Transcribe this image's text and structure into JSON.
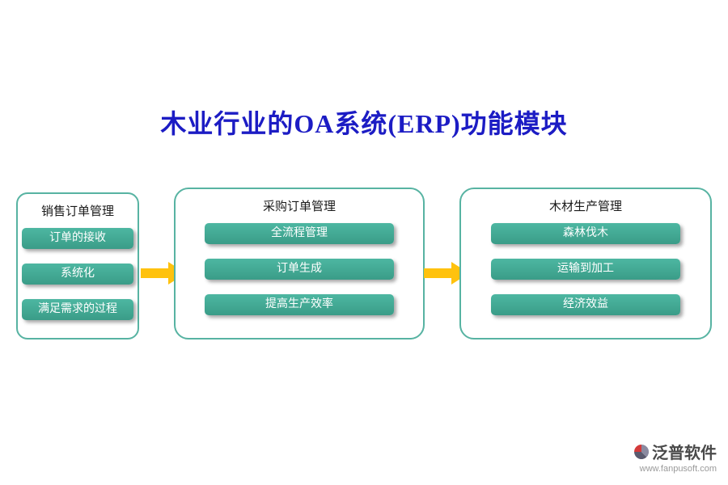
{
  "title": "木业行业的OA系统(ERP)功能模块",
  "groups": [
    {
      "header": "销售订单管理",
      "items": [
        "订单的接收",
        "系统化",
        "满足需求的过程"
      ]
    },
    {
      "header": "采购订单管理",
      "items": [
        "全流程管理",
        "订单生成",
        "提高生产效率"
      ]
    },
    {
      "header": "木材生产管理",
      "items": [
        "森林伐木",
        "运输到加工",
        "经济效益"
      ]
    }
  ],
  "logo": {
    "name": "泛普软件",
    "url": "www.fanpusoft.com"
  },
  "colors": {
    "title_blue": "#1c1cc4",
    "box_border_teal": "#57b3a2",
    "button_teal": "#3fa591",
    "arrow_gold": "#ffc20e"
  }
}
